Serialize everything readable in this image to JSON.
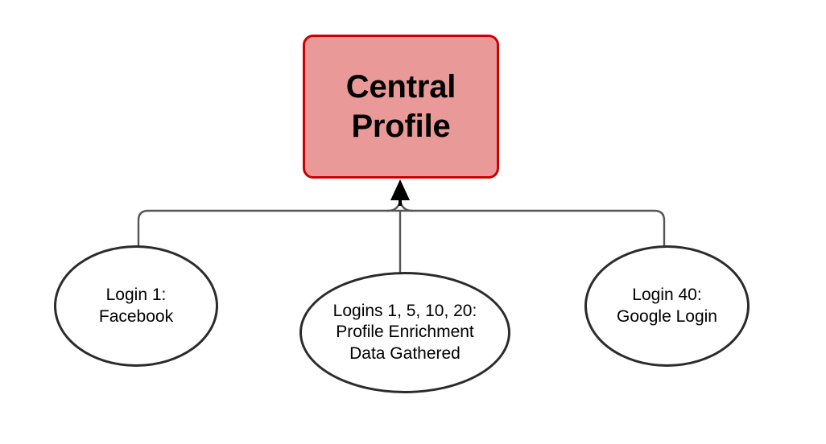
{
  "diagram": {
    "type": "flowchart",
    "title": "Central Profile aggregation diagram",
    "background_color": "#ffffff",
    "colors": {
      "central_fill": "#ea9999",
      "central_border": "#cc0000",
      "ellipse_fill": "#ffffff",
      "ellipse_border": "#2b2b2b",
      "connector": "#555555",
      "arrowhead": "#000000",
      "text": "#000000"
    },
    "central_node": {
      "id": "central-profile",
      "shape": "rounded-rectangle",
      "label": "Central\nProfile",
      "label_line_1": "Central",
      "label_line_2": "Profile"
    },
    "source_nodes": [
      {
        "id": "login-1",
        "shape": "ellipse",
        "label": "Login 1:\nFacebook",
        "label_line_1": "Login 1:",
        "label_line_2": "Facebook"
      },
      {
        "id": "logins-enrichment",
        "shape": "ellipse",
        "label": "Logins 1, 5, 10, 20:\nProfile Enrichment\nData Gathered",
        "label_line_1": "Logins 1, 5, 10, 20:",
        "label_line_2": "Profile Enrichment",
        "label_line_3": "Data Gathered"
      },
      {
        "id": "login-40",
        "shape": "ellipse",
        "label": "Login 40:\nGoogle Login",
        "label_line_1": "Login 40:",
        "label_line_2": "Google Login"
      }
    ],
    "connectors": {
      "style": "orthogonal-bus-with-rounded-corners",
      "arrowheads": 1,
      "arrow_direction": "up-into-central-node",
      "edges": [
        {
          "from": "login-1",
          "to": "central-profile"
        },
        {
          "from": "logins-enrichment",
          "to": "central-profile"
        },
        {
          "from": "login-40",
          "to": "central-profile"
        }
      ]
    }
  }
}
